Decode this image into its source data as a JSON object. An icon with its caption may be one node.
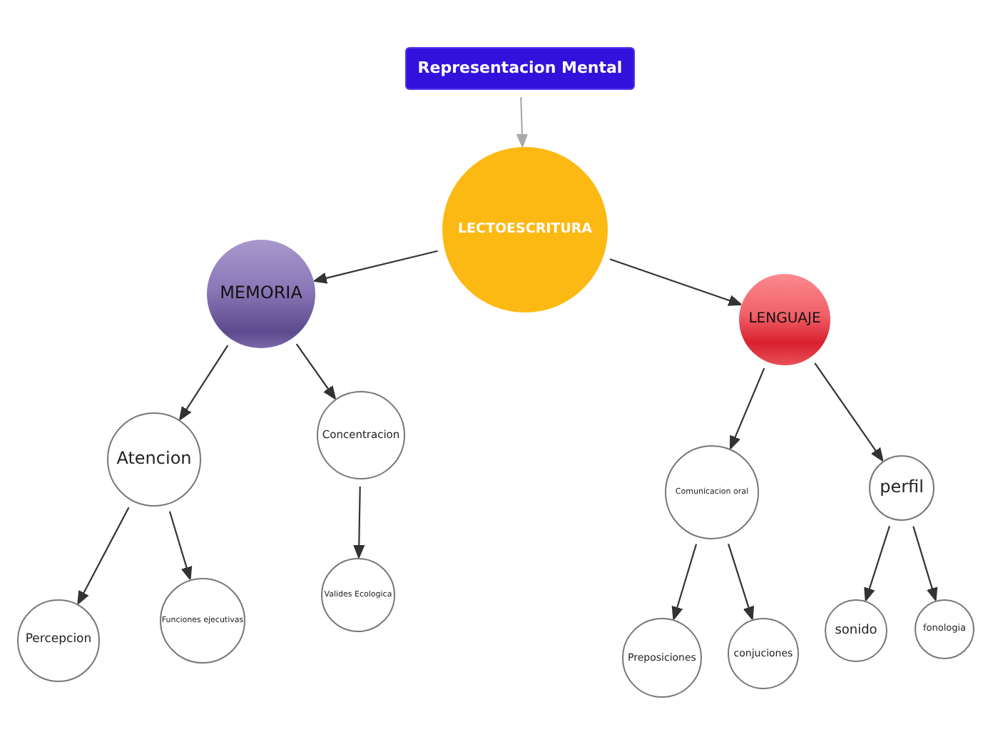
{
  "diagram": {
    "nodes": [
      {
        "text": [
          "Representacion Mental"
        ]
      },
      {
        "text": [
          "LECTOESCRITURA"
        ]
      },
      {
        "text": [
          "MEMORIA"
        ]
      },
      {
        "text": [
          "LENGUAJE"
        ]
      },
      {
        "text": [
          "Atencion"
        ]
      },
      {
        "text": [
          "Concentracion"
        ]
      },
      {
        "text": [
          "Percepcion"
        ]
      },
      {
        "text": [
          "Funciones ejecutivas"
        ]
      },
      {
        "text": [
          "Valides Ecologica"
        ]
      },
      {
        "text": [
          "Comunicacion oral"
        ]
      },
      {
        "text": [
          "perfil"
        ]
      },
      {
        "text": [
          "Preposiciones"
        ]
      },
      {
        "text": [
          "conjuciones"
        ]
      },
      {
        "text": [
          "sonido"
        ]
      },
      {
        "text": [
          "fonologia"
        ]
      }
    ],
    "edges": [
      {
        "from": 0,
        "to": 1,
        "arrow": "to",
        "color": "#aaaaaa"
      },
      {
        "from": 1,
        "to": 2,
        "arrow": "to"
      },
      {
        "from": 1,
        "to": 3,
        "arrow": "to"
      },
      {
        "from": 2,
        "to": 4,
        "arrow": "to"
      },
      {
        "from": 2,
        "to": 5,
        "arrow": "to"
      },
      {
        "from": 4,
        "to": 6,
        "arrow": "to"
      },
      {
        "from": 4,
        "to": 7,
        "arrow": "to"
      },
      {
        "from": 5,
        "to": 8,
        "arrow": "to"
      },
      {
        "from": 3,
        "to": 9,
        "arrow": "to"
      },
      {
        "from": 3,
        "to": 10,
        "arrow": "to"
      },
      {
        "from": 9,
        "to": 11,
        "arrow": "to"
      },
      {
        "from": 9,
        "to": 12,
        "arrow": "to"
      },
      {
        "from": 10,
        "to": 13,
        "arrow": "to"
      },
      {
        "from": 10,
        "to": 14,
        "arrow": "to"
      }
    ]
  }
}
